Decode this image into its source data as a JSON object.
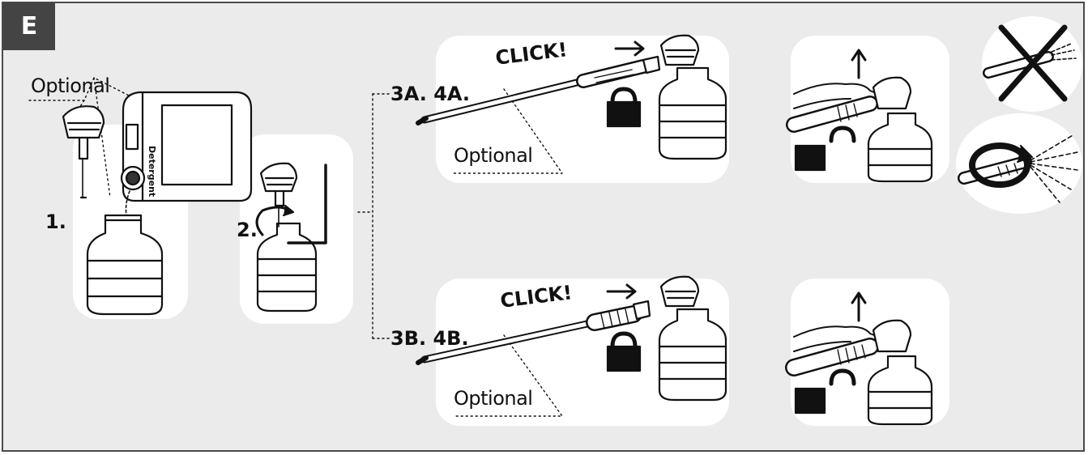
{
  "section": {
    "letter": "E"
  },
  "step1": {
    "label": "1.",
    "optional_label": "Optional",
    "container_label": "Detergent"
  },
  "step2": {
    "label": "2."
  },
  "branch_a": {
    "steps_label": "3A. 4A.",
    "click_label": "CLICK!",
    "optional_label": "Optional"
  },
  "branch_b": {
    "steps_label": "3B. 4B.",
    "click_label": "CLICK!",
    "optional_label": "Optional"
  },
  "icons": [
    "bottle-icon",
    "detergent-container-icon",
    "cap-adapter-icon",
    "lock-icon",
    "unlock-icon",
    "arrow-icon",
    "hand-icon",
    "rotate-arrow-icon",
    "spray-icon",
    "prohibited-x-icon",
    "lance-icon"
  ],
  "colors": {
    "background": "#ebebeb",
    "panel": "#ffffff",
    "ink": "#111111",
    "tag": "#444444"
  }
}
